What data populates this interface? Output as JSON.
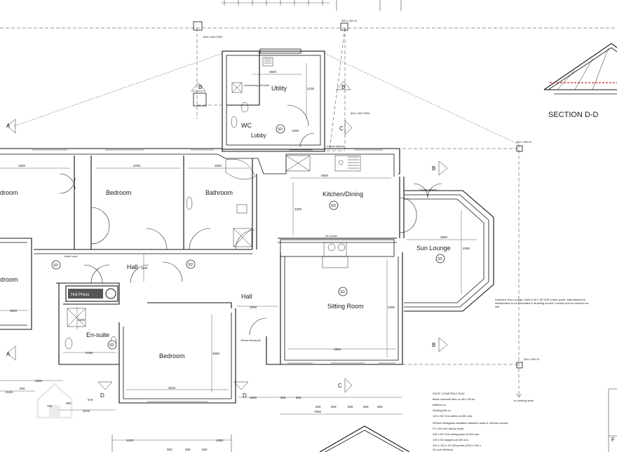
{
  "rooms": {
    "bedroom_left_top": "droom",
    "bedroom_left_mid": "droom",
    "bedroom_1": "Bedroom",
    "bathroom": "Bathroom",
    "utility": "Utility",
    "wc": "WC",
    "lobby": "Lobby",
    "kitchen_dining": "Kitchen/Dining",
    "hall_1": "Hall",
    "hall_2": "Hall",
    "sitting_room": "Sitting Room",
    "sun_lounge": "Sun Lounge",
    "en_suite": "En-suite",
    "bedroom_2": "Bedroom"
  },
  "symbols": {
    "smoke_detector": "SD",
    "hot_press": "Hot Press"
  },
  "section": {
    "title": "SECTION D-D",
    "markers": [
      "A",
      "A",
      "B",
      "B",
      "B",
      "B",
      "C",
      "C",
      "D",
      "D"
    ]
  },
  "dimensions": {
    "inspection_chamber": "300 x 300 IC",
    "fmh_1": "600 x 600 FMH",
    "fmh_2": "600 x 600 FMH",
    "ic_right_top": "300 x 300 IC",
    "ic_right_bottom": "300 x 300 IC",
    "utility_w": "3600",
    "utility_h": "2100",
    "lobby_h": "1250",
    "left_1": "4300",
    "bedroom_w": "3750",
    "bathroom_w": "2900",
    "kitchen_w": "5800",
    "kitchen_h": "4300",
    "sun_w": "3800",
    "sun_h": "4060",
    "hall_h": "1100",
    "hall_w": "2000",
    "sitting_w": "4800",
    "sitting_h": "4200",
    "left_2": "3800",
    "ensuite_w": "2165",
    "ensuite_h": "2200",
    "bedroom2_w": "4515",
    "bedroom2_h": "3655",
    "bottom_left": [
      "1600",
      "4165",
      "900",
      "750",
      "900",
      "575",
      "2075"
    ],
    "bottom_mid": [
      "1600",
      "900",
      "900",
      "600",
      "600",
      "600",
      "600",
      "600"
    ],
    "bottom_total": "7000",
    "bottom_row2": [
      "1400",
      "900",
      "590",
      "500",
      "1300"
    ]
  },
  "notes": {
    "oil_cooker": "oil cooker",
    "condensing_oil_boiler": "condensing oil boiler",
    "three_bowl": "3 bowl drainer",
    "three_bowl_2": "3 bowl drainer",
    "boiler_over": "boiler over",
    "threshold": "15mm threshold",
    "sun_lounge_spec": "Keystone Sun Lounge Lintel & 90 x 90 SHS corner posts. Manufacturer's details/calcs to be submitted to Building control 3 weeks prior to erection on site.",
    "to_drain": "to existing drain",
    "roof_construction": [
      "ROOF CONSTRUCTION:",
      "Black concrete tiles on 38 x 25 sw.",
      "battens on",
      "Roofing felt on",
      "125 x 50 C16 rafters at 400 ctrs.",
      "200mm fibreglass insulation between joists & 150mm across.",
      "FV 100 over fascia vents.",
      "200 x 50 C16 ceiling joists at 400 ctrs.",
      "100 x 50 hangers at 600 ctrs.",
      "203 x 102 x 23 UB purlins (203 x 133 x",
      "30 over Kitchen)"
    ]
  },
  "colors": {
    "line": "#111111",
    "roof_red": "#cc2020",
    "background": "#ffffff"
  }
}
